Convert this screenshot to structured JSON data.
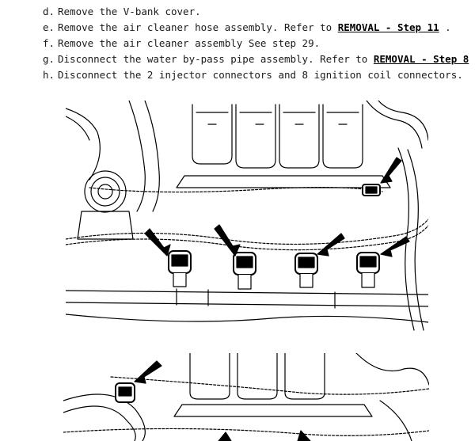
{
  "steps": [
    {
      "letter": "d.",
      "text": "Remove the V-bank cover."
    },
    {
      "letter": "e.",
      "text": "Remove the air cleaner hose assembly. Refer to ",
      "link": "REMOVAL - Step 11",
      "suffix": " ."
    },
    {
      "letter": "f.",
      "text": "Remove the air cleaner assembly See step 29."
    },
    {
      "letter": "g.",
      "text": "Disconnect the water by-pass pipe assembly. Refer to ",
      "link": "REMOVAL - Step 8",
      "suffix": " ."
    },
    {
      "letter": "h.",
      "text": "Disconnect the 2 injector connectors and 8 ignition coil connectors."
    }
  ],
  "figures": [
    {
      "name": "engine-top-view-injector-and-coil-connectors",
      "arrow_count": 5
    },
    {
      "name": "engine-top-view-coil-connectors-continued",
      "arrow_count": 3
    }
  ]
}
